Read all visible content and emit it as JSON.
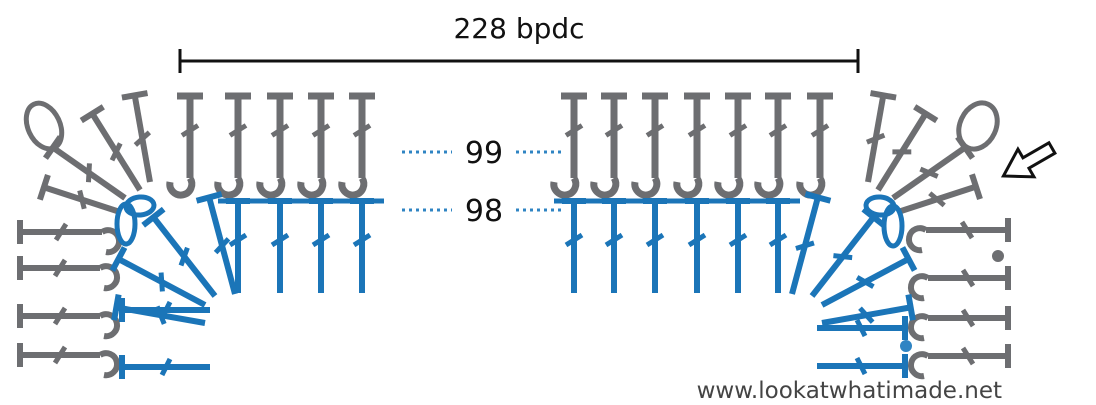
{
  "title": "228 bpdc",
  "rows": [
    {
      "number": "99",
      "color": "#6d6e71"
    },
    {
      "number": "98",
      "color": "#1b75b8"
    }
  ],
  "watermark": "www.lookatwhatimade.net",
  "colors": {
    "grey": "#6d6e71",
    "blue": "#1b75b8",
    "dots": "#2f84c3",
    "ink": "#111111"
  },
  "icons": [
    "arrow-left-icon",
    "bpdc-stitch-icon",
    "chain-loop-icon",
    "dc-stitch-icon"
  ]
}
